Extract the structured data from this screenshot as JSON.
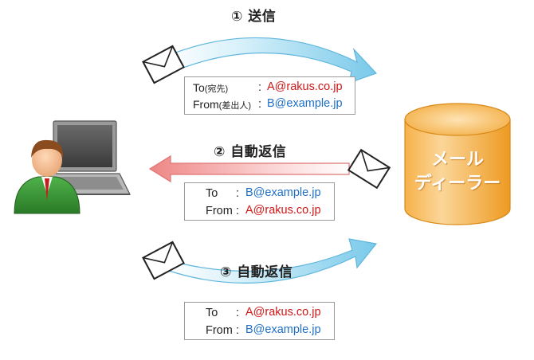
{
  "steps": {
    "step1": "① 送信",
    "step2": "② 自動返信",
    "step3": "③ 自動返信"
  },
  "box1": {
    "to_label": "To",
    "to_note": "(宛先)",
    "to_sep": ":",
    "to_value": "A@rakus.co.jp",
    "from_label": "From",
    "from_note": "(差出人)",
    "from_sep": ":",
    "from_value": "B@example.jp"
  },
  "box2": {
    "to_label": "To",
    "to_sep": ":",
    "to_value": "B@example.jp",
    "from_label": "From",
    "from_sep": ":",
    "from_value": "A@rakus.co.jp"
  },
  "box3": {
    "to_label": "To",
    "to_sep": ":",
    "to_value": "A@rakus.co.jp",
    "from_label": "From",
    "from_sep": ":",
    "from_value": "B@example.jp"
  },
  "dealer": {
    "line1": "メール",
    "line2": "ディーラー"
  },
  "colors": {
    "red_address": "#d01616",
    "blue_address": "#1f6fc7",
    "arrow_blue": "#8fd3ee",
    "arrow_red": "#f2a0a0",
    "cylinder": "#f6a733"
  }
}
